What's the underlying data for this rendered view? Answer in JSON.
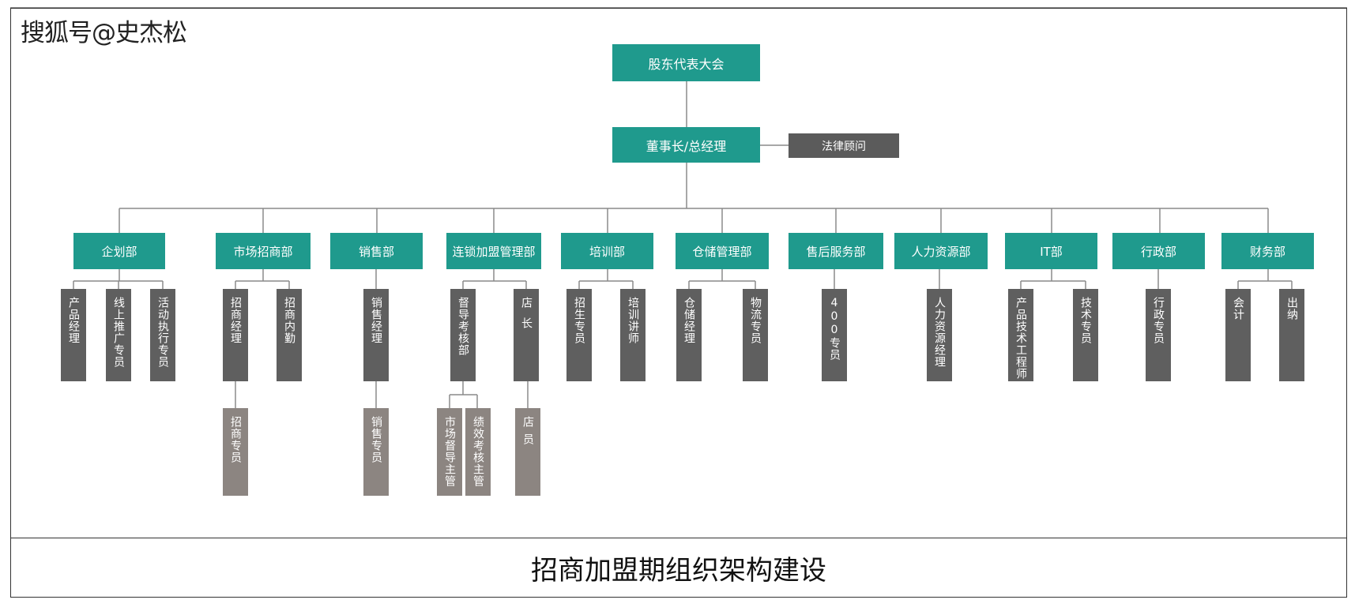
{
  "watermark": "搜狐号@史杰松",
  "caption": "招商加盟期组织架构建设",
  "colors": {
    "teal": "#1f9a8d",
    "dark_gray": "#5f5f5f",
    "light_gray": "#8c8581",
    "line": "#8a8a8a"
  },
  "top": {
    "assembly": "股东代表大会",
    "chairman": "董事长/总经理",
    "legal": "法律顾问"
  },
  "departments": [
    {
      "name": "企划部",
      "roles": [
        "产品经理",
        "线上推广专员",
        "活动执行专员"
      ]
    },
    {
      "name": "市场招商部",
      "roles": [
        "招商经理",
        "招商内勤"
      ],
      "sub": [
        "招商专员"
      ]
    },
    {
      "name": "销售部",
      "roles": [
        "销售经理"
      ],
      "sub": [
        "销售专员"
      ]
    },
    {
      "name": "连锁加盟管理部",
      "roles": [
        "督导考核部",
        "店长"
      ],
      "sub_a": [
        "市场督导主管",
        "绩效考核主管"
      ],
      "sub_b": [
        "店员"
      ]
    },
    {
      "name": "培训部",
      "roles": [
        "招生专员",
        "培训讲师"
      ]
    },
    {
      "name": "仓储管理部",
      "roles": [
        "仓储经理",
        "物流专员"
      ]
    },
    {
      "name": "售后服务部",
      "roles": [
        "400专员"
      ]
    },
    {
      "name": "人力资源部",
      "roles": [
        "人力资源经理"
      ]
    },
    {
      "name": "IT部",
      "roles": [
        "产品技术工程师",
        "技术专员"
      ]
    },
    {
      "name": "行政部",
      "roles": [
        "行政专员"
      ]
    },
    {
      "name": "财务部",
      "roles": [
        "会计",
        "出纳"
      ]
    }
  ]
}
